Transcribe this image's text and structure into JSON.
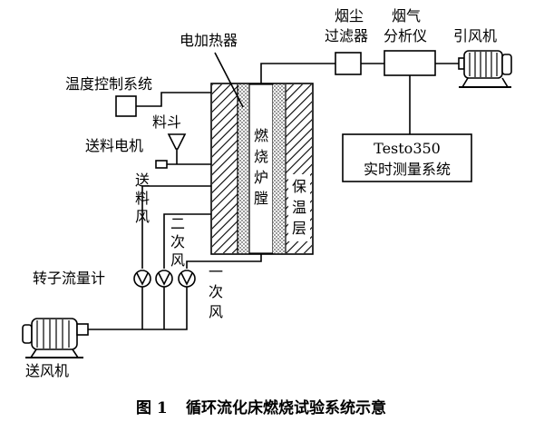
{
  "labels": {
    "electric_heater": "电加热器",
    "dust_filter_line1": "烟尘",
    "dust_filter_line2": "过滤器",
    "gas_analyzer_line1": "烟气",
    "gas_analyzer_line2": "分析仪",
    "induced_fan": "引风机",
    "temperature_control": "温度控制系统",
    "hopper": "料斗",
    "feeding_motor": "送料电机",
    "feed_air": [
      "送",
      "料",
      "风"
    ],
    "secondary_air": [
      "二",
      "次",
      "风"
    ],
    "primary_air": [
      "一",
      "次",
      "风"
    ],
    "furnace_chamber": [
      "燃",
      "烧",
      "炉",
      "膛"
    ],
    "insulation_layer": [
      "保",
      "温",
      "层"
    ],
    "testo_line1": "Testo350",
    "testo_line2": "实时测量系统",
    "rotameter": "转子流量计",
    "blower": "送风机"
  },
  "caption": {
    "figure_number": "图 1",
    "title": "循环流化床燃烧试验系统示意"
  }
}
